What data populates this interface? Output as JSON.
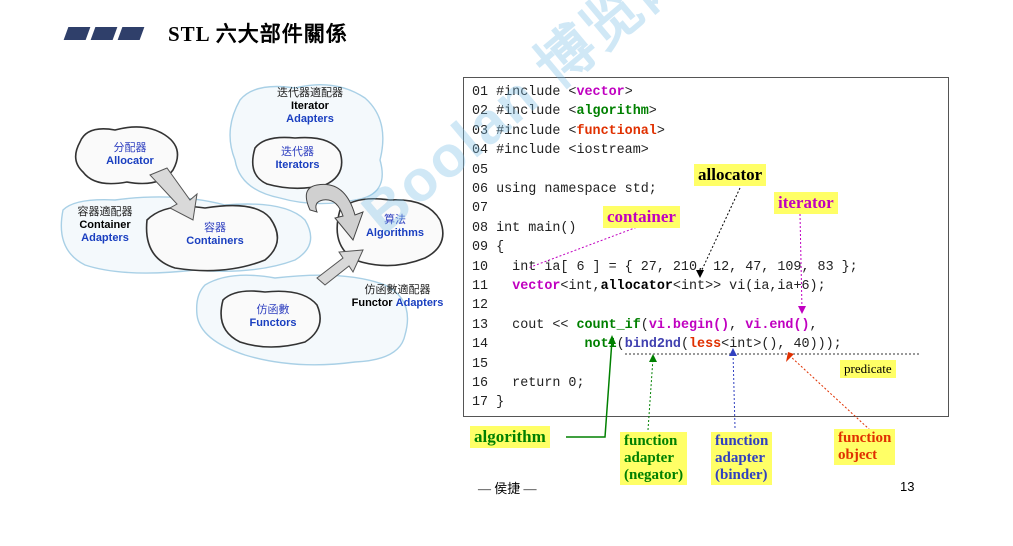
{
  "header": {
    "title": "STL 六大部件關係"
  },
  "diagram": {
    "allocator": {
      "zh": "分配器",
      "en": "Allocator"
    },
    "container_adapter": {
      "zh": "容器適配器",
      "en1": "Container",
      "en2": "Adapters"
    },
    "container": {
      "zh": "容器",
      "en": "Containers"
    },
    "iterator_adapter": {
      "zh": "迭代器適配器",
      "en1": "Iterator",
      "en2": "Adapters"
    },
    "iterator": {
      "zh": "迭代器",
      "en": "Iterators"
    },
    "algorithm": {
      "zh": "算法",
      "en": "Algorithms"
    },
    "functor_adapter": {
      "zh": "仿函數適配器",
      "en1": "Functor",
      "en2": "Adapters"
    },
    "functor": {
      "zh": "仿函數",
      "en": "Functors"
    }
  },
  "code": {
    "lines": [
      {
        "n": "01",
        "parts": [
          [
            "#include <",
            ""
          ],
          [
            "vector",
            "m"
          ],
          [
            ">",
            ""
          ]
        ]
      },
      {
        "n": "02",
        "parts": [
          [
            "#include <",
            ""
          ],
          [
            "algorithm",
            "g"
          ],
          [
            ">",
            ""
          ]
        ]
      },
      {
        "n": "03",
        "parts": [
          [
            "#include <",
            ""
          ],
          [
            "functional",
            "r"
          ],
          [
            ">",
            ""
          ]
        ]
      },
      {
        "n": "04",
        "parts": [
          [
            "#include <iostream>",
            ""
          ]
        ]
      },
      {
        "n": "05",
        "parts": [
          [
            "",
            ""
          ]
        ]
      },
      {
        "n": "06",
        "parts": [
          [
            "using namespace std;",
            ""
          ]
        ]
      },
      {
        "n": "07",
        "parts": [
          [
            "",
            ""
          ]
        ]
      },
      {
        "n": "08",
        "parts": [
          [
            "int main()",
            ""
          ]
        ]
      },
      {
        "n": "09",
        "parts": [
          [
            "{",
            ""
          ]
        ]
      },
      {
        "n": "10",
        "parts": [
          [
            "  int ia[ 6 ] = { 27, 210, 12, 47, 109, 83 };",
            ""
          ]
        ]
      },
      {
        "n": "11",
        "parts": [
          [
            "  ",
            ""
          ],
          [
            "vector",
            "m"
          ],
          [
            "<int,",
            ""
          ],
          [
            "allocator",
            "b"
          ],
          [
            "<int>> vi(ia,ia+6);",
            ""
          ]
        ]
      },
      {
        "n": "12",
        "parts": [
          [
            "",
            ""
          ]
        ]
      },
      {
        "n": "13",
        "parts": [
          [
            "  cout << ",
            ""
          ],
          [
            "count_if",
            "g"
          ],
          [
            "(",
            ""
          ],
          [
            "vi.begin()",
            "m"
          ],
          [
            ", ",
            ""
          ],
          [
            "vi.end()",
            "m"
          ],
          [
            ",",
            ""
          ]
        ]
      },
      {
        "n": "14",
        "parts": [
          [
            "           ",
            ""
          ],
          [
            "not1",
            "g"
          ],
          [
            "(",
            ""
          ],
          [
            "bind2nd",
            "p"
          ],
          [
            "(",
            ""
          ],
          [
            "less",
            "r"
          ],
          [
            "<int>(), 40)));",
            ""
          ]
        ]
      },
      {
        "n": "15",
        "parts": [
          [
            "",
            ""
          ]
        ]
      },
      {
        "n": "16",
        "parts": [
          [
            "  return 0;",
            ""
          ]
        ]
      },
      {
        "n": "17",
        "parts": [
          [
            "}",
            ""
          ]
        ]
      }
    ]
  },
  "callouts": {
    "allocator": "allocator",
    "container": "container",
    "iterator": "iterator",
    "predicate": "predicate",
    "algorithm": "algorithm",
    "function_adapter_negator": [
      "function",
      "adapter",
      "(negator)"
    ],
    "function_adapter_binder": [
      "function",
      "adapter",
      "(binder)"
    ],
    "function_object": [
      "function",
      "object"
    ]
  },
  "footer": {
    "author": "— 侯捷 —",
    "page_number": "13"
  },
  "watermark": "Boolan 博览网",
  "colors": {
    "header_bar": "#2f3f6a",
    "callout_yellow": "#ffff66",
    "magenta": "#c000c0",
    "green": "#008000",
    "red": "#e03000",
    "navy": "#4040b0"
  }
}
